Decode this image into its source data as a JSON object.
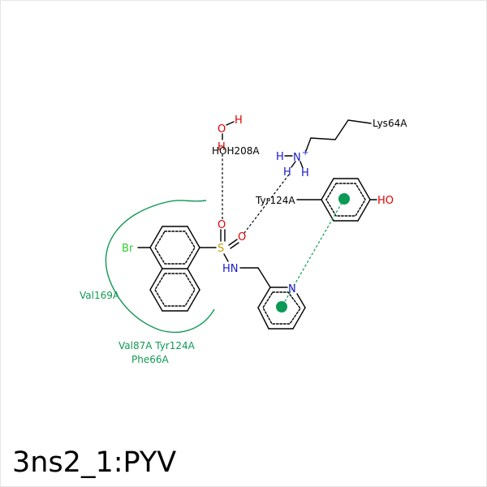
{
  "title": "3ns2_1:PYV",
  "colors": {
    "oxygen": "#e00000",
    "nitrogen": "#1a1acc",
    "sulfur": "#c8a000",
    "bromine": "#33cc33",
    "hydrophobic": "#119955",
    "pi_center": "#0a9a55"
  },
  "atoms": {
    "water_o": "O",
    "water_h_top": "H",
    "water_h_bottom": "H",
    "sulfonyl_o_upper": "O",
    "sulfonyl_o_lower": "O",
    "sulfur": "S",
    "amide_n": "HN",
    "bromine": "Br",
    "pyridine_n": "N",
    "phenol_oh": "HO",
    "ammonium_n": "N",
    "ammonium_charge": "+",
    "ammonium_h_left": "H",
    "ammonium_h_bl": "H",
    "ammonium_h_br": "H"
  },
  "residues": {
    "water": "HOH208A",
    "lys": "Lys64A",
    "tyr_pi": "Tyr124A",
    "val169": "Val169A",
    "hydrophobic_line1": "Val87A Tyr124A",
    "hydrophobic_line2": "Phe66A"
  }
}
